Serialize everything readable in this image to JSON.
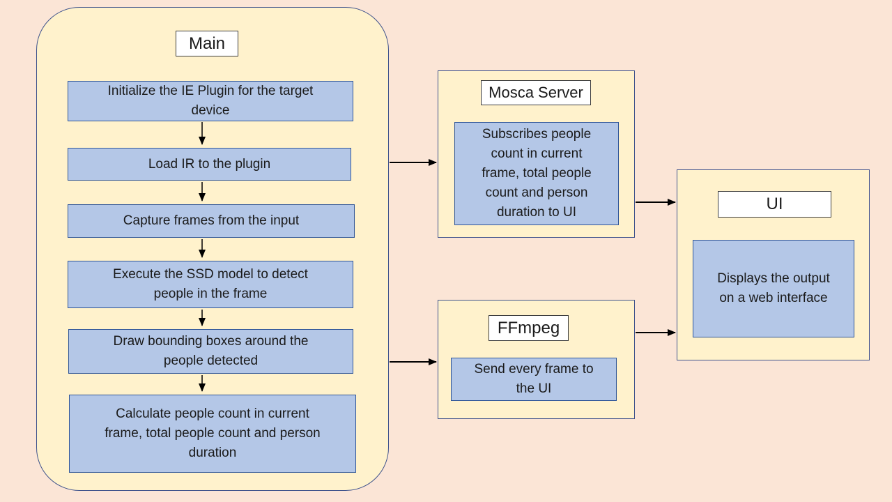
{
  "diagram": {
    "background_color": "#fbe5d6",
    "group_fill_color": "#fff2cc",
    "group_border_color": "#3f538c",
    "process_fill_color": "#b4c7e7",
    "process_border_color": "#2f5597",
    "title_fill_color": "#ffffff",
    "title_border_color": "#3d3d3d",
    "arrow_color": "#000000",
    "text_color": "#1a1a1a"
  },
  "main": {
    "title": "Main",
    "steps": [
      {
        "label": "Initialize the IE Plugin for the target\ndevice"
      },
      {
        "label": "Load IR to the plugin"
      },
      {
        "label": "Capture frames from the input"
      },
      {
        "label": "Execute the SSD model to detect\npeople in the frame"
      },
      {
        "label": "Draw bounding boxes around the\npeople detected"
      },
      {
        "label": "Calculate people count in current\nframe, total people count and person\nduration"
      }
    ]
  },
  "mosca": {
    "title": "Mosca Server",
    "body": "Subscribes people\ncount in current\nframe, total people\ncount and person\nduration to UI"
  },
  "ffmpeg": {
    "title": "FFmpeg",
    "body": "Send every frame to\nthe UI"
  },
  "ui": {
    "title": "UI",
    "body": "Displays the output\non a web interface"
  },
  "connections": [
    {
      "from": "Main",
      "to": "Mosca Server"
    },
    {
      "from": "Main",
      "to": "FFmpeg"
    },
    {
      "from": "Mosca Server",
      "to": "UI"
    },
    {
      "from": "FFmpeg",
      "to": "UI"
    }
  ]
}
